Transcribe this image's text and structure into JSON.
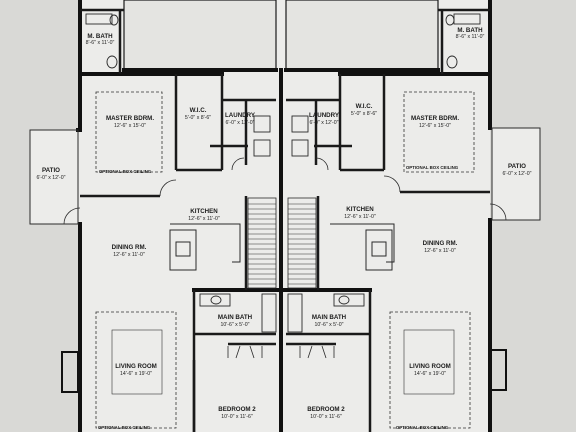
{
  "left_unit": {
    "m_bath": {
      "name": "M. BATH",
      "dims": "8'-6\" x 11'-0\""
    },
    "master_bdrm": {
      "name": "MASTER BDRM.",
      "dims": "12'-6\" x 15'-0\""
    },
    "wic": {
      "name": "W.I.C.",
      "dims": "5'-0\" x 8'-6\""
    },
    "laundry": {
      "name": "LAUNDRY",
      "dims": "6'-0\" x 12'-0\""
    },
    "optional_box_ceiling_upper": "OPTIONAL BOX CEILING",
    "patio": {
      "name": "PATIO",
      "dims": "6'-0\" x 12'-0\""
    },
    "kitchen": {
      "name": "KITCHEN",
      "dims": "12'-6\" x 11'-0\""
    },
    "dining": {
      "name": "DINING RM.",
      "dims": "12'-6\" x 11'-0\""
    },
    "main_bath": {
      "name": "MAIN BATH",
      "dims": "10'-6\" x 5'-0\""
    },
    "living": {
      "name": "LIVING ROOM",
      "dims": "14'-6\" x 19'-0\""
    },
    "bedroom2": {
      "name": "BEDROOM 2",
      "dims": "10'-0\" x 11'-6\""
    },
    "optional_box_ceiling_lower": "OPTIONAL BOX CEILING"
  },
  "right_unit": {
    "m_bath": {
      "name": "M. BATH",
      "dims": "8'-6\" x 11'-0\""
    },
    "master_bdrm": {
      "name": "MASTER BDRM.",
      "dims": "12'-6\" x 15'-0\""
    },
    "wic": {
      "name": "W.I.C.",
      "dims": "5'-0\" x 8'-6\""
    },
    "laundry": {
      "name": "LAUNDRY",
      "dims": "6'-0\" x 12'-0\""
    },
    "optional_box_ceiling_upper": "OPTIONAL BOX CEILING",
    "patio": {
      "name": "PATIO",
      "dims": "6'-0\" x 12'-0\""
    },
    "kitchen": {
      "name": "KITCHEN",
      "dims": "12'-6\" x 11'-0\""
    },
    "dining": {
      "name": "DINING RM.",
      "dims": "12'-6\" x 11'-0\""
    },
    "main_bath": {
      "name": "MAIN BATH",
      "dims": "10'-6\" x 5'-0\""
    },
    "living": {
      "name": "LIVING ROOM",
      "dims": "14'-6\" x 19'-0\""
    },
    "bedroom2": {
      "name": "BEDROOM 2",
      "dims": "10'-0\" x 11'-6\""
    },
    "optional_box_ceiling_lower": "OPTIONAL BOX CEILING"
  },
  "colors": {
    "background": "#d9d9d6",
    "room_fill": "#ececea",
    "wall": "#111111",
    "thin_line": "#2a2a2a"
  }
}
